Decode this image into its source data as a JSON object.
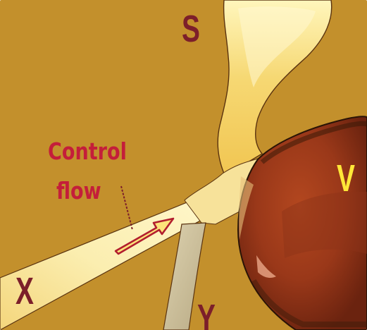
{
  "figure": {
    "colors": {
      "background": "#c3902c",
      "jet_light": "#fcf0a0",
      "jet_mid": "#ecc04a",
      "chamber_dark": "#7e2a12",
      "chamber_mid": "#a8401c",
      "outlet_gray": "#c9bc98",
      "label_dark": "#7c1f2a",
      "label_light": "#ffe838",
      "annotation": "#c41e3a"
    },
    "labels": {
      "supply": "S",
      "control_input": "X",
      "output_y": "Y",
      "vortex_chamber": "V"
    },
    "annotation": {
      "line1": "Control",
      "line2": "flow"
    }
  }
}
